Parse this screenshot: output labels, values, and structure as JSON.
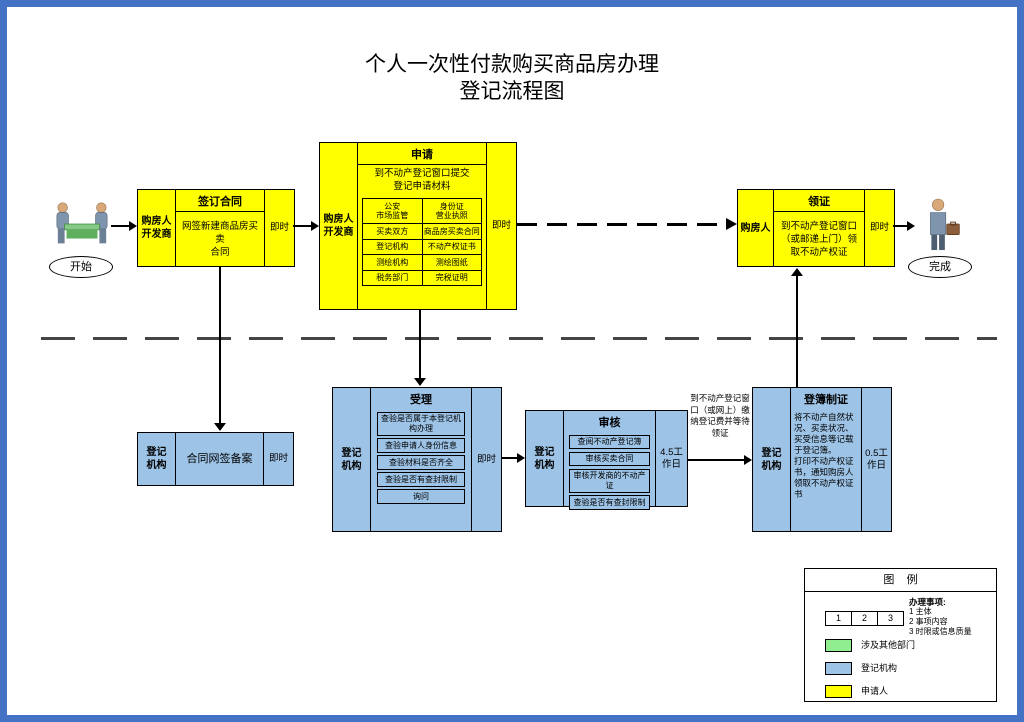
{
  "colors": {
    "frame": "#4472C4",
    "applicant": "#FFFF00",
    "registry": "#9DC3E6",
    "other_department": "#90EE90"
  },
  "title": {
    "line1": "个人一次性付款购买商品房办理",
    "line2": "登记流程图"
  },
  "terminals": {
    "start": "开始",
    "end": "完成"
  },
  "sign_contract": {
    "actor": "购房人\n开发商",
    "header": "签订合同",
    "body": "网签新建商品房买卖\n合同",
    "time": "即时"
  },
  "apply": {
    "actor": "购房人\n开发商",
    "header": "申请",
    "body": "到不动产登记窗口提交\n登记申请材料",
    "materials": [
      [
        "公安\n市场监管",
        "身份证\n营业执照"
      ],
      [
        "买卖双方",
        "商品房买卖合同"
      ],
      [
        "登记机构",
        "不动产权证书"
      ],
      [
        "测绘机构",
        "测绘图纸"
      ],
      [
        "税务部门",
        "完税证明"
      ]
    ],
    "time": "即时"
  },
  "receive_cert": {
    "actor": "购房人",
    "header": "领证",
    "body": "到不动产登记窗口（或邮递上门）领取不动产权证",
    "time": "即时"
  },
  "contract_filing": {
    "actor": "登记\n机构",
    "body": "合同网签备案",
    "time": "即时"
  },
  "acceptance": {
    "actor": "登记\n机构",
    "header": "受理",
    "items": [
      "查验是否属于本登记机构办理",
      "查验申请人身份信息",
      "查验材料是否齐全",
      "查验是否有查封限制",
      "询问"
    ],
    "time": "即时"
  },
  "review": {
    "actor": "登记\n机构",
    "header": "审核",
    "items": [
      "查阅不动产登记簿",
      "审核买卖合同",
      "审核开发商的不动产证",
      "查验是否有查封限制"
    ],
    "time": "4.5工作日"
  },
  "pay_note": "到不动产登记窗口（或网上）缴纳登记费并等待领证",
  "record_cert": {
    "actor": "登记\n机构",
    "header": "登簿制证",
    "body": "将不动产自然状况、买卖状况、买受信息等记载于登记簿。\n打印不动产权证书，通知购房人领取不动产权证书",
    "time": "0.5工作日"
  },
  "legend": {
    "title": "图    例",
    "matters_title": "办理事项:",
    "matters": [
      "1 主体",
      "2 事项内容",
      "3 时限或信息质量"
    ],
    "cells": [
      "1",
      "2",
      "3"
    ],
    "entries": [
      {
        "label": "涉及其他部门",
        "color": "#90EE90"
      },
      {
        "label": "登记机构",
        "color": "#9DC3E6"
      },
      {
        "label": "申请人",
        "color": "#FFFF00"
      }
    ]
  }
}
